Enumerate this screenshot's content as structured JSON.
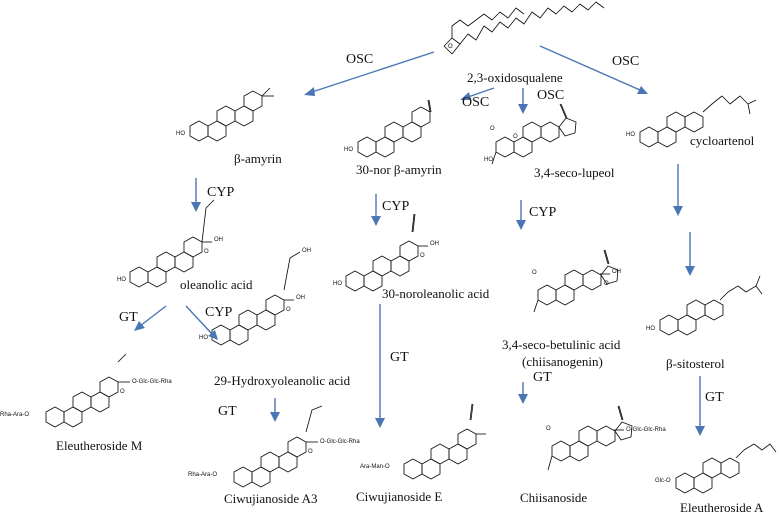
{
  "colors": {
    "arrow": "#4a76b5",
    "text": "#111111",
    "background": "#ffffff"
  },
  "compounds": {
    "precursor": "2,3-oxidosqualene",
    "beta_amyrin": "β-amyrin",
    "nor_beta_amyrin": "30-nor β-amyrin",
    "seco_lupeol": "3,4-seco-lupeol",
    "cycloartenol": "cycloartenol",
    "oleanolic_acid": "oleanolic acid",
    "noroleanolic_acid": "30-noroleanolic acid",
    "seco_betulinic_acid": "3,4-seco-betulinic acid",
    "chiisanogenin": "(chiisanogenin)",
    "hydroxyoleanolic_acid": "29-Hydroxyoleanolic acid",
    "beta_sitosterol": "β-sitosterol",
    "eleutheroside_m": "Eleutheroside M",
    "ciwujianoside_a3": "Ciwujianoside A3",
    "ciwujianoside_e": "Ciwujianoside E",
    "chiisanoside": "Chiisanoside",
    "eleutheroside_a": "Eleutheroside A"
  },
  "enzymes": {
    "osc_1": "OSC",
    "osc_2": "OSC",
    "osc_3": "OSC",
    "osc_4": "OSC",
    "cyp_1": "CYP",
    "cyp_2": "CYP",
    "cyp_3": "CYP",
    "cyp_4": "CYP",
    "gt_1": "GT",
    "gt_2": "GT",
    "gt_3": "GT",
    "gt_4": "GT",
    "gt_5": "GT"
  },
  "structure_labels": {
    "ho_1": "HO",
    "ho_2": "HO",
    "ho_3": "HO",
    "ho_4": "HO",
    "ho_5": "HO",
    "ho_6": "HO",
    "ho_7": "HO",
    "ho_8": "HO",
    "oh_1": "OH",
    "oh_2": "OH",
    "oh_3": "OH",
    "oh_4": "OH",
    "oh_5": "OH",
    "o_1": "O",
    "o_2": "O",
    "o_3": "O",
    "o_4": "O",
    "o_5": "O",
    "o_6": "O",
    "o_7": "O",
    "o_8": "O",
    "o_9": "O",
    "o_10": "O",
    "o_11": "O",
    "sugar_m_left": "Rha-Ara-O",
    "sugar_m_right": "O-Glc-Glc-Rha",
    "sugar_a3_left": "Rha-Ara-O",
    "sugar_a3_right": "O-Glc-Glc-Rha",
    "sugar_e_left": "Ara-Man-O",
    "sugar_chiisanoside": "O-Glc-Glc-Rha",
    "sugar_a_left": "Glc-O"
  }
}
